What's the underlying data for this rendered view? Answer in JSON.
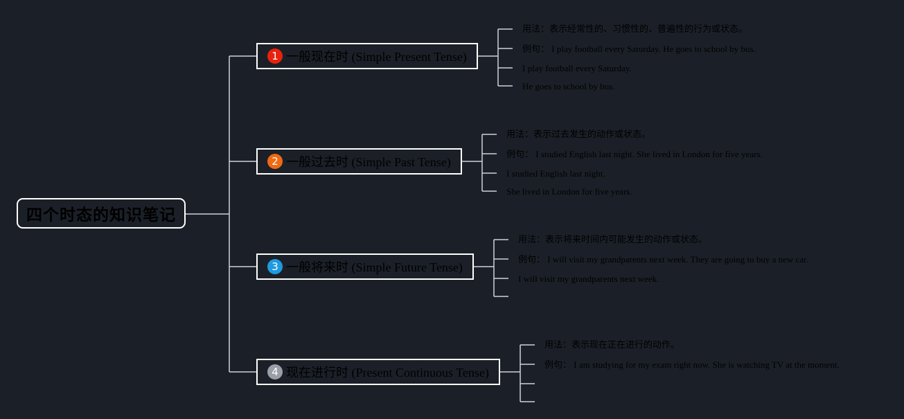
{
  "root": {
    "label": "四个时态的知识笔记"
  },
  "colors": {
    "background": "#1b2028",
    "line": "#cfd3d8",
    "border": "#ffffff",
    "badge_1": "#e8220d",
    "badge_2": "#ee6a14",
    "badge_3": "#1e9bdf",
    "badge_4": "#9a9ea6"
  },
  "branches": [
    {
      "badge": "1",
      "label": "一般现在时 (Simple Present Tense)",
      "leaves": [
        "用法：表示经常性的、习惯性的、普遍性的行为或状态。",
        "例句： I play football every Saturday. He goes to school by bus.",
        "I play football every Saturday.",
        "He goes to school by bus."
      ]
    },
    {
      "badge": "2",
      "label": "一般过去时 (Simple Past Tense)",
      "leaves": [
        "用法：表示过去发生的动作或状态。",
        "例句： I studied English last night. She lived in London for five years.",
        "I studied English last night.",
        "She lived in London for five years."
      ]
    },
    {
      "badge": "3",
      "label": "一般将来时 (Simple Future Tense)",
      "leaves": [
        "用法：表示将来时间内可能发生的动作或状态。",
        "例句： I will visit my grandparents next week. They are going to buy a new car.",
        "I will visit my grandparents next week.",
        ""
      ]
    },
    {
      "badge": "4",
      "label": "现在进行时 (Present Continuous Tense)",
      "leaves": [
        "用法：表示现在正在进行的动作。",
        "例句： I am studying for my exam right now. She is watching TV at the moment.",
        "",
        ""
      ]
    }
  ]
}
